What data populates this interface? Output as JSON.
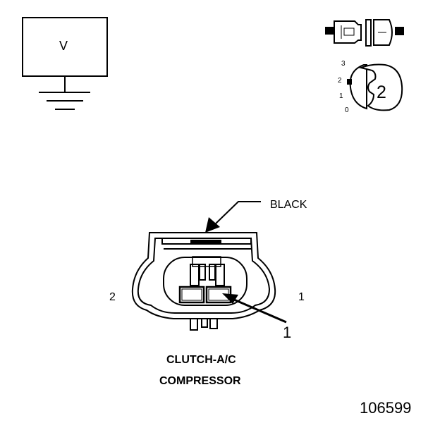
{
  "meter_box": {
    "label": "V"
  },
  "key_switch": {
    "positions": [
      "3",
      "2",
      "1",
      "0"
    ],
    "position_number": "2"
  },
  "connector": {
    "color": "BLACK",
    "pin_left": "2",
    "pin_right": "1",
    "callout": "1"
  },
  "caption": {
    "line1": "CLUTCH-A/C",
    "line2": "COMPRESSOR"
  },
  "figure_id": "106599"
}
